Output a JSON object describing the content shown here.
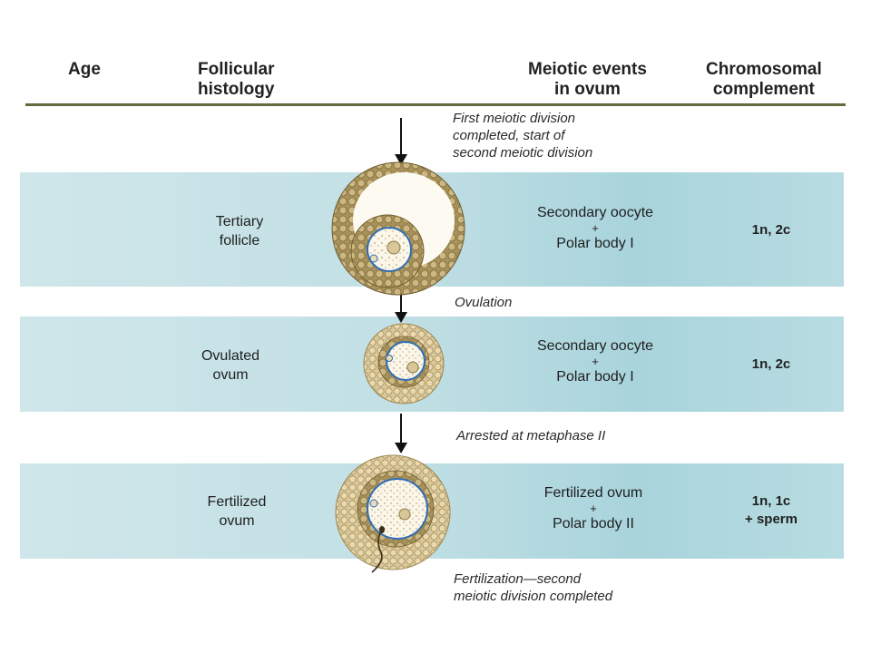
{
  "header": {
    "age": "Age",
    "follicular": "Follicular\nhistology",
    "meiotic": "Meiotic events\nin ovum",
    "chromosomal": "Chromosomal\ncomplement"
  },
  "notes": {
    "first_division": "First meiotic division\ncompleted, start of\nsecond meiotic division",
    "ovulation": "Ovulation",
    "arrested": "Arrested at metaphase II",
    "fertilization": "Fertilization—second\nmeiotic division completed"
  },
  "rows": [
    {
      "histology": "Tertiary\nfollicle",
      "event_main": "Secondary oocyte",
      "event_plus": "+",
      "event_sub": "Polar body I",
      "complement": "1n, 2c"
    },
    {
      "histology": "Ovulated\novum",
      "event_main": "Secondary oocyte",
      "event_plus": "+",
      "event_sub": "Polar body I",
      "complement": "1n, 2c"
    },
    {
      "histology": "Fertilized\novum",
      "event_main": "Fertilized ovum",
      "event_plus": "+",
      "event_sub": "Polar body II",
      "complement": "1n, 1c\n+ sperm"
    }
  ],
  "colors": {
    "band": "#c2e0e5",
    "rule": "#5f6b3a",
    "granulosa": "#b9a46b",
    "membrane": "#2f6db5"
  }
}
